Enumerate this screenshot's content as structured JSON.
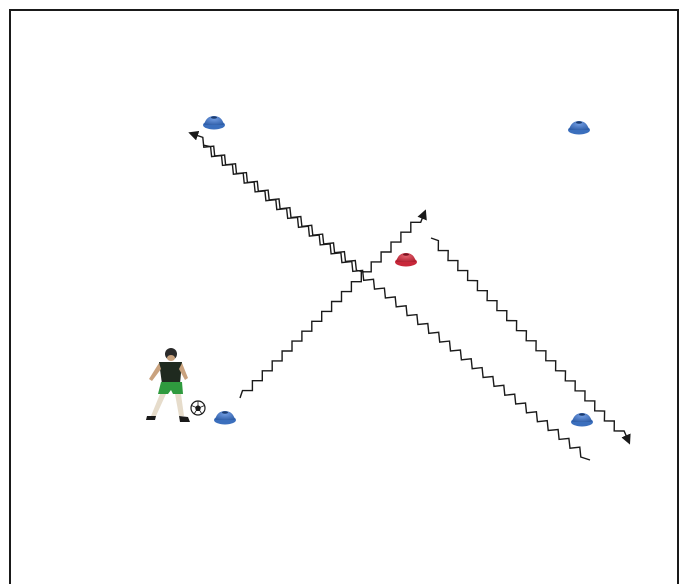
{
  "diagram": {
    "type": "soccer-dribbling-drill",
    "colors": {
      "field_border": "#1a1a1a",
      "field_fill": "#ffffff",
      "cone_blue": "#3b6fbd",
      "cone_red": "#c8283a",
      "path_line": "#1a1a1a",
      "player_shirt": "#1f2a1f",
      "player_shorts": "#2f9a3e",
      "player_skin": "#c9a27e"
    },
    "icons": {
      "cone": "cone-icon",
      "player": "player-icon",
      "ball": "soccer-ball-icon"
    },
    "cones": [
      {
        "id": "top-left",
        "color": "blue"
      },
      {
        "id": "top-right",
        "color": "blue"
      },
      {
        "id": "center",
        "color": "red"
      },
      {
        "id": "bottom-left",
        "color": "blue"
      },
      {
        "id": "bottom-right",
        "color": "blue"
      }
    ],
    "paths": [
      {
        "id": "diagonal-down-right",
        "style": "zigzag",
        "arrowhead": false
      },
      {
        "id": "diagonal-up-right",
        "style": "zigzag",
        "arrowhead": true
      },
      {
        "id": "center-to-bottom-right",
        "style": "zigzag",
        "arrowhead": true
      },
      {
        "id": "cross-to-top-left",
        "style": "zigzag",
        "arrowhead": true
      }
    ]
  }
}
